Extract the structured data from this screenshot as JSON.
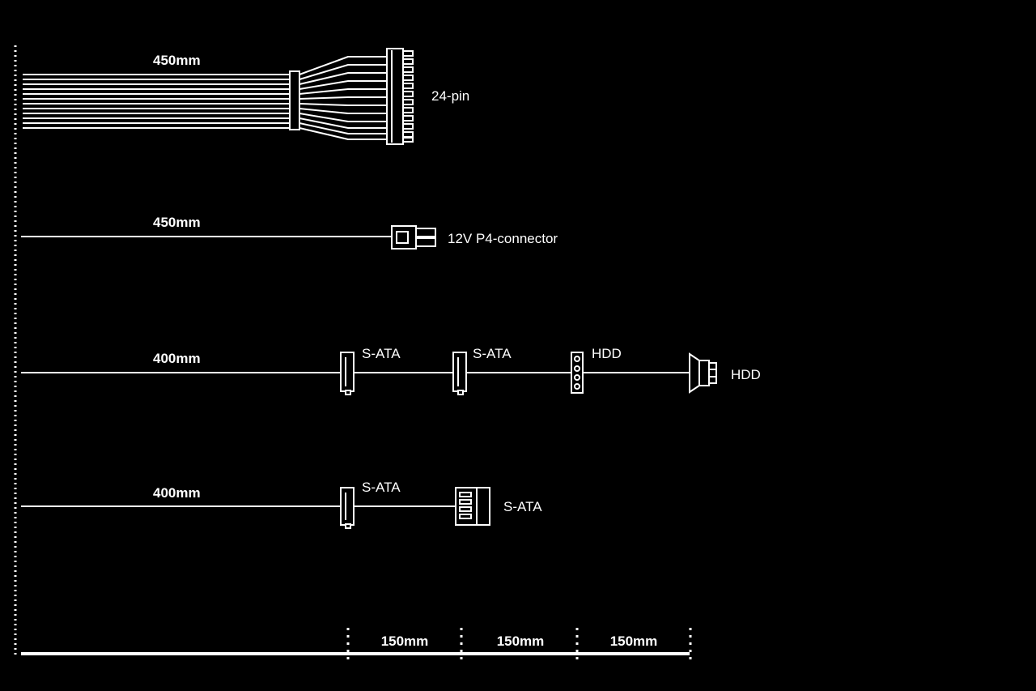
{
  "cables": {
    "main24": {
      "length": "450mm",
      "connector": "24-pin"
    },
    "p4": {
      "length": "450mm",
      "connector": "12V P4-connector"
    },
    "sata_hdd": {
      "length": "400mm",
      "conn1": "S-ATA",
      "conn2": "S-ATA",
      "conn3": "HDD",
      "conn4": "HDD"
    },
    "sata": {
      "length": "400mm",
      "conn1": "S-ATA",
      "conn2": "S-ATA"
    }
  },
  "scale": {
    "seg1": "150mm",
    "seg2": "150mm",
    "seg3": "150mm"
  },
  "colors": {
    "background": "#000000",
    "foreground": "#ffffff"
  }
}
